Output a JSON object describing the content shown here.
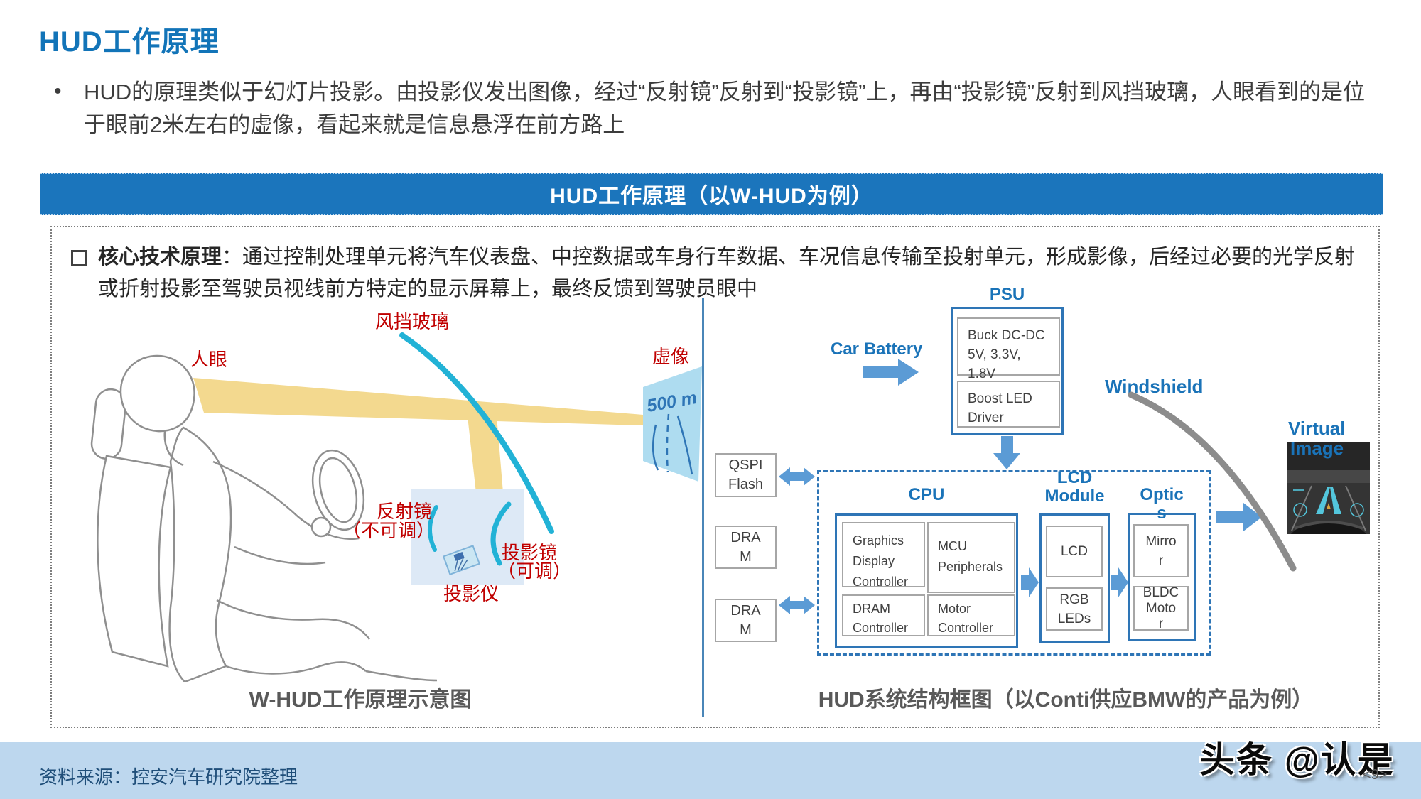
{
  "slide": {
    "title": "HUD工作原理",
    "bullet_char": "•",
    "bullet_text": "HUD的原理类似于幻灯片投影。由投影仪发出图像，经过“反射镜”反射到“投影镜”上，再由“投影镜”反射到风挡玻璃，人眼看到的是位于眼前2米左右的虚像，看起来就是信息悬浮在前方路上",
    "banner_title": "HUD工作原理（以W-HUD为例）",
    "core_label": "核心技术原理",
    "core_sep": "：",
    "core_text": "通过控制处理单元将汽车仪表盘、中控数据或车身行车数据、车况信息传输至投射单元，形成影像，后经过必要的光学反射或折射投影至驾驶员视线前方特定的显示屏幕上，最终反馈到驾驶员眼中",
    "accent_color": "#1B75BC",
    "label_red": "#C00000"
  },
  "left_diagram": {
    "labels": {
      "eye": "人眼",
      "windshield": "风挡玻璃",
      "virtual_image": "虚像",
      "distance": "500 m",
      "reflect_mirror_1": "反射镜",
      "reflect_mirror_2": "（不可调）",
      "project_mirror_1": "投影镜",
      "project_mirror_2": "（可调）",
      "projector": "投影仪"
    },
    "caption": "W-HUD工作原理示意图"
  },
  "right_diagram": {
    "car_battery": "Car Battery",
    "psu_label": "PSU",
    "buck": {
      "l1": "Buck DC-DC",
      "l2": "5V, 3.3V,",
      "l3": "1.8V"
    },
    "boost": {
      "l1": "Boost LED",
      "l2": "Driver"
    },
    "qspi": {
      "l1": "QSPI",
      "l2": "Flash"
    },
    "dram_a": {
      "l1": "DRA",
      "l2": "M"
    },
    "dram_b": {
      "l1": "DRA",
      "l2": "M"
    },
    "cpu_label": "CPU",
    "gdc": {
      "l1": "Graphics",
      "l2": "Display",
      "l3": "Controller"
    },
    "mcu": {
      "l1": "MCU",
      "l2": "Peripherals"
    },
    "dram_ctrl": {
      "l1": "DRAM",
      "l2": "Controller"
    },
    "motor_ctrl": {
      "l1": "Motor",
      "l2": "Controller"
    },
    "lcd_label": {
      "l1": "LCD",
      "l2": "Module"
    },
    "lcd": "LCD",
    "rgb": {
      "l1": "RGB",
      "l2": "LEDs"
    },
    "optics_label": {
      "l1": "Optic",
      "l2": "s"
    },
    "mirror": {
      "l1": "Mirro",
      "l2": "r"
    },
    "bldc": {
      "l1": "BLDC",
      "l2": "Moto",
      "l3": "r"
    },
    "windshield": "Windshield",
    "virtual_1": "Virtual",
    "virtual_2": "Image",
    "caption": "HUD系统结构框图（以Conti供应BMW的产品为例）"
  },
  "footer": {
    "source": "资料来源：控安汽车研究院整理",
    "watermark": "头条 @认是",
    "page_marker": "<9>"
  }
}
